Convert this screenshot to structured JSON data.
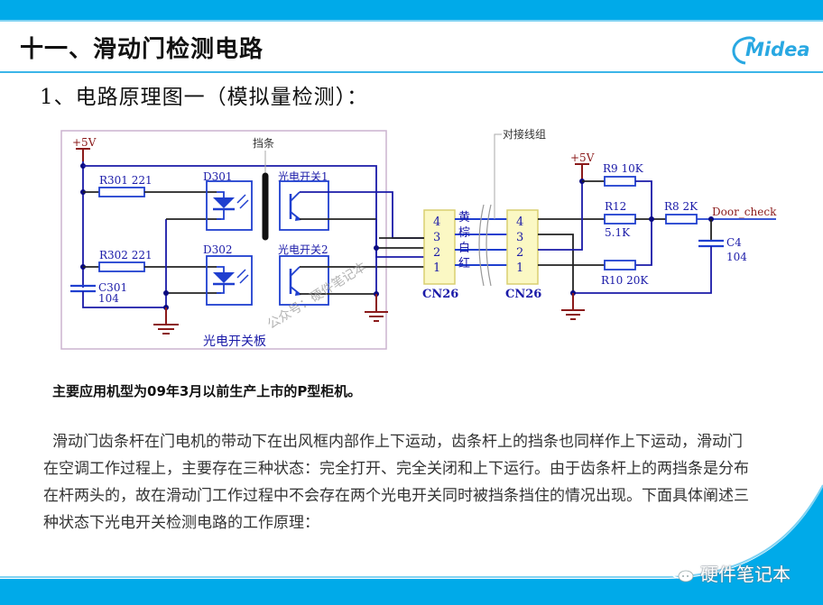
{
  "header": {
    "title": "十一、滑动门检测电路",
    "logo_text": "Midea",
    "subtitle": "1、电路原理图一（模拟量检测）："
  },
  "schematic": {
    "left_board": {
      "board_label": "光电开关板",
      "supply_label": "+5V",
      "blocker_label": "挡条",
      "r301_label": "R301  221",
      "r302_label": "R302  221",
      "c301_name": "C301",
      "c301_value": "104",
      "d301_label": "D301",
      "d302_label": "D302",
      "switch1_label": "光电开关1",
      "switch2_label": "光电开关2"
    },
    "connector_left": {
      "name": "CN26",
      "pins": [
        "4",
        "3",
        "2",
        "1"
      ]
    },
    "wire_colors": [
      "黄",
      "棕",
      "白",
      "红"
    ],
    "harness_label": "对接线组",
    "connector_right": {
      "name": "CN26",
      "pins": [
        "4",
        "3",
        "2",
        "1"
      ]
    },
    "main_board": {
      "supply_label": "+5V",
      "r9_label": "R9  10K",
      "r12_name": "R12",
      "r12_value": "5.1K",
      "r10_label": "R10  20K",
      "r8_label": "R8  2K",
      "c4_name": "C4",
      "c4_value": "104",
      "signal_label": "Door_check"
    },
    "watermark_diagonal": "公众号：硬件笔记本"
  },
  "note": "主要应用机型为09年3月以前生产上市的P型柜机。",
  "paragraph": "滑动门齿条杆在门电机的带动下在出风框内部作上下运动，齿条杆上的挡条也同样作上下运动，滑动门在空调工作过程上，主要存在三种状态：完全打开、完全关闭和上下运行。由于齿条杆上的两挡条是分布在杆两头的，故在滑动门工作过程中不会存在两个光电开关同时被挡条挡住的情况出现。下面具体阐述三种状态下光电开关检测电路的工作原理：",
  "footer": {
    "watermark": "硬件笔记本"
  },
  "colors": {
    "brand_blue": "#00aae9",
    "wire_blue": "#1a1aa8",
    "component_blue": "#1f3fcf",
    "supply_red": "#8b1a1a",
    "connector_fill": "#fbf8c4"
  }
}
